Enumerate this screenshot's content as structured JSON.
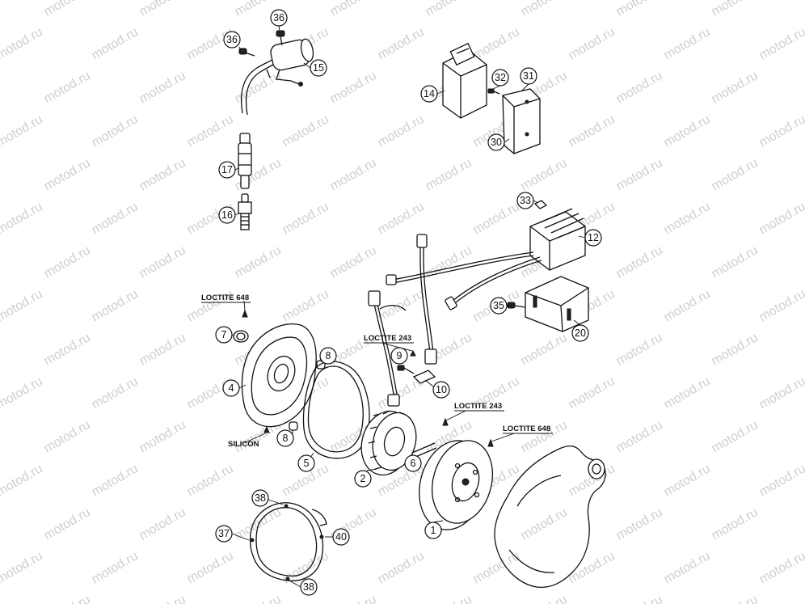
{
  "watermark": {
    "text": "motod.ru",
    "color": "#cfcfcf"
  },
  "callouts": [
    {
      "id": "c36a",
      "number": "36"
    },
    {
      "id": "c36b",
      "number": "36"
    },
    {
      "id": "c15",
      "number": "15"
    },
    {
      "id": "c17",
      "number": "17"
    },
    {
      "id": "c16",
      "number": "16"
    },
    {
      "id": "c14",
      "number": "14"
    },
    {
      "id": "c32",
      "number": "32"
    },
    {
      "id": "c31",
      "number": "31"
    },
    {
      "id": "c30",
      "number": "30"
    },
    {
      "id": "c33",
      "number": "33"
    },
    {
      "id": "c12",
      "number": "12"
    },
    {
      "id": "c35",
      "number": "35"
    },
    {
      "id": "c20",
      "number": "20"
    },
    {
      "id": "c7",
      "number": "7"
    },
    {
      "id": "c8a",
      "number": "8"
    },
    {
      "id": "c4",
      "number": "4"
    },
    {
      "id": "c8b",
      "number": "8"
    },
    {
      "id": "c5",
      "number": "5"
    },
    {
      "id": "c9",
      "number": "9"
    },
    {
      "id": "c10",
      "number": "10"
    },
    {
      "id": "c2",
      "number": "2"
    },
    {
      "id": "c6",
      "number": "6"
    },
    {
      "id": "c1",
      "number": "1"
    },
    {
      "id": "c38a",
      "number": "38"
    },
    {
      "id": "c37",
      "number": "37"
    },
    {
      "id": "c40",
      "number": "40"
    },
    {
      "id": "c38b",
      "number": "38"
    }
  ],
  "notes": {
    "loctite_648_left": "LOCTITE 648",
    "loctite_243_center": "LOCTITE 243",
    "loctite_243_right": "LOCTITE 243",
    "loctite_648_right": "LOCTITE 648",
    "silicon": "SILICON"
  }
}
